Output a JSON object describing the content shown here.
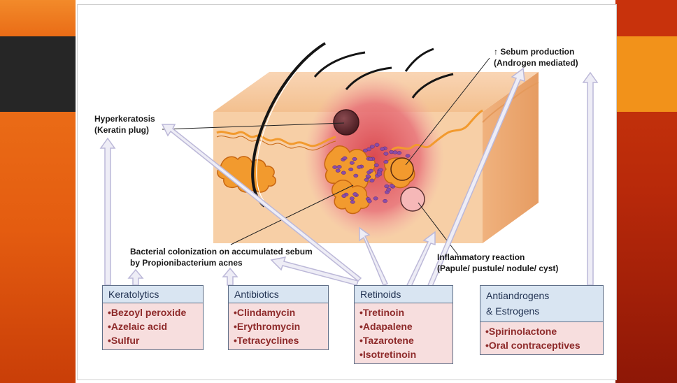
{
  "labels": {
    "hyperkeratosis_line1": "Hyperkeratosis",
    "hyperkeratosis_line2": "(Keratin plug)",
    "sebum_line1": "↑ Sebum production",
    "sebum_line2": "(Androgen mediated)",
    "bacterial_line1": "Bacterial colonization on accumulated sebum",
    "bacterial_line2": "by Propionibacterium acnes",
    "inflammatory_line1": "Inflammatory reaction",
    "inflammatory_line2": "(Papule/ pustule/ nodule/ cyst)"
  },
  "treatments": {
    "keratolytics": {
      "title": "Keratolytics",
      "items": [
        "•Bezoyl peroxide",
        "•Azelaic acid",
        "•Sulfur"
      ]
    },
    "antibiotics": {
      "title": "Antibiotics",
      "items": [
        "•Clindamycin",
        "•Erythromycin",
        "•Tetracyclines"
      ]
    },
    "retinoids": {
      "title": "Retinoids",
      "items": [
        "•Tretinoin",
        "•Adapalene",
        "•Tazarotene",
        "•Isotretinoin"
      ]
    },
    "antiandrogens": {
      "title_line1": "Antiandrogens",
      "title_line2": "& Estrogens",
      "items": [
        "•Spirinolactone",
        "•Oral contraceptives"
      ]
    }
  },
  "colors": {
    "arrow": "#c9c6e0",
    "skin": "#f5c9a0",
    "inflammation": "#e2595e",
    "gland": "#f29a2e",
    "bacteria": "#8b4ca8",
    "box_header": "#d9e5f2",
    "box_body": "#f7dede"
  }
}
